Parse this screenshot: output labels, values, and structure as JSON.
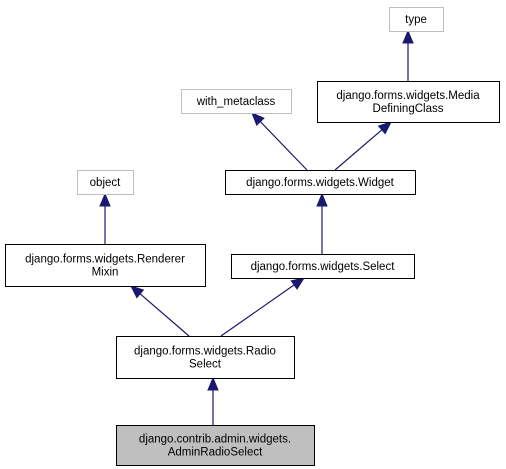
{
  "diagram": {
    "colors": {
      "edge": "#191970",
      "external_border": "#bfbfbf",
      "internal_border": "#000000",
      "highlight_fill": "#bfbfbf",
      "node_fill": "#ffffff",
      "text": "#000000"
    },
    "nodes": [
      {
        "id": "type",
        "lines": [
          "type"
        ],
        "kind": "external"
      },
      {
        "id": "with-metaclass",
        "lines": [
          "with_metaclass"
        ],
        "kind": "external"
      },
      {
        "id": "media-defining-class",
        "lines": [
          "django.forms.widgets.Media",
          "DefiningClass"
        ],
        "kind": "internal"
      },
      {
        "id": "object",
        "lines": [
          "object"
        ],
        "kind": "external"
      },
      {
        "id": "widget",
        "lines": [
          "django.forms.widgets.Widget"
        ],
        "kind": "internal"
      },
      {
        "id": "renderer-mixin",
        "lines": [
          "django.forms.widgets.Renderer",
          "Mixin"
        ],
        "kind": "internal"
      },
      {
        "id": "select",
        "lines": [
          "django.forms.widgets.Select"
        ],
        "kind": "internal"
      },
      {
        "id": "radio-select",
        "lines": [
          "django.forms.widgets.Radio",
          "Select"
        ],
        "kind": "internal"
      },
      {
        "id": "admin-radio-select",
        "lines": [
          "django.contrib.admin.widgets.",
          "AdminRadioSelect"
        ],
        "kind": "highlight"
      }
    ],
    "edges": [
      {
        "from": "media-defining-class",
        "to": "type"
      },
      {
        "from": "widget",
        "to": "with-metaclass"
      },
      {
        "from": "widget",
        "to": "media-defining-class"
      },
      {
        "from": "renderer-mixin",
        "to": "object"
      },
      {
        "from": "select",
        "to": "widget"
      },
      {
        "from": "radio-select",
        "to": "renderer-mixin"
      },
      {
        "from": "radio-select",
        "to": "select"
      },
      {
        "from": "admin-radio-select",
        "to": "radio-select"
      }
    ]
  }
}
